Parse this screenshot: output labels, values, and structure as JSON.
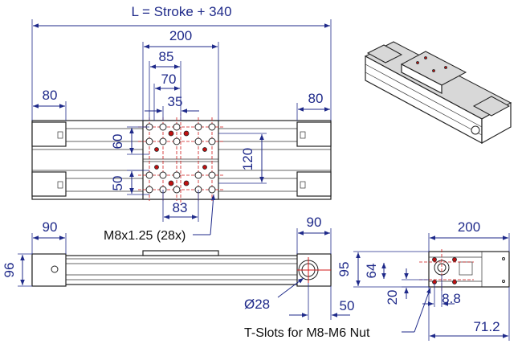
{
  "dimensions": {
    "length": "L = Stroke + 340",
    "d200_top": "200",
    "d85": "85",
    "d70": "70",
    "d35": "35",
    "d80_left": "80",
    "d80_right": "80",
    "d60": "60",
    "d50": "50",
    "d120": "120",
    "d83": "83",
    "d90_left": "90",
    "d90_right": "90",
    "d96": "96",
    "d28": "Ø28",
    "d50_bottom": "50",
    "d200_end": "200",
    "d95": "95",
    "d64": "64",
    "d20": "20",
    "d8_8": "8.8",
    "d71_2": "71.2"
  },
  "notes": {
    "thread": "M8x1.25 (28x)",
    "tslots": "T-Slots for M8-M6 Nut"
  },
  "colors": {
    "dimension": "#1f2a8a",
    "holes": "#d01818",
    "outline": "#222222"
  }
}
